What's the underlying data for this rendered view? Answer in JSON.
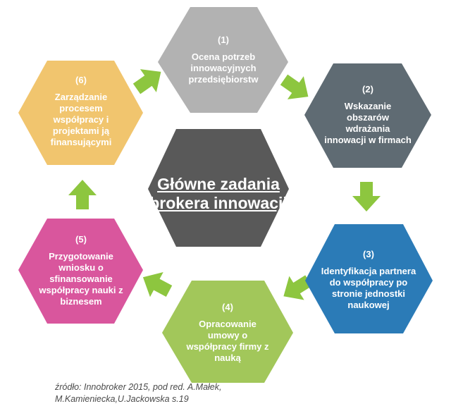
{
  "diagram": {
    "center": {
      "title": "Główne zadania brokera innowacji"
    },
    "steps": [
      {
        "number": "(1)",
        "text": "Ocena potrzeb innowacyjnych przedsiębiorstw",
        "color": "#b2b2b2"
      },
      {
        "number": "(2)",
        "text": "Wskazanie obszarów wdrażania innowacji w firmach",
        "color": "#5f6b73"
      },
      {
        "number": "(3)",
        "text": "Identyfikacja partnera do współpracy po stronie jednostki naukowej",
        "color": "#2b7bb7"
      },
      {
        "number": "(4)",
        "text": "Opracowanie umowy o współpracy firmy z nauką",
        "color": "#a2c75a"
      },
      {
        "number": "(5)",
        "text": "Przygotowanie wniosku o sfinansowanie współpracy nauki z biznesem",
        "color": "#d9569d"
      },
      {
        "number": "(6)",
        "text": "Zarządzanie procesem współpracy i projektami ją finansującymi",
        "color": "#f1c56e"
      }
    ],
    "center_color": "#595959",
    "arrow_color": "#8dc63f"
  },
  "source": {
    "line1": "źródło: Innobroker 2015, pod red. A.Małek,",
    "line2": "M.Kamieniecka,U.Jackowska s.19"
  }
}
